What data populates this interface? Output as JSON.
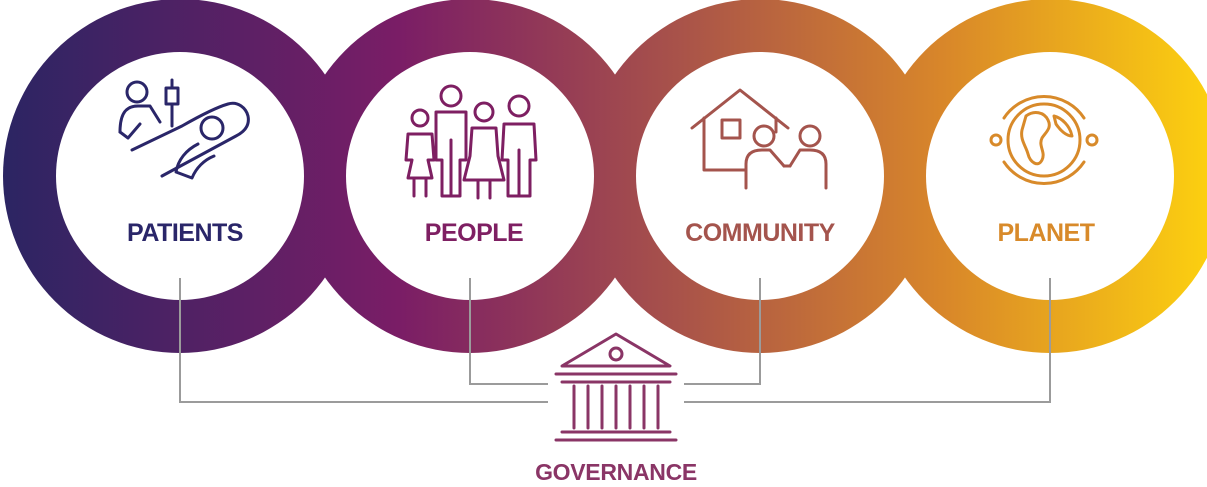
{
  "pillars": [
    {
      "label": "PATIENTS",
      "icon": "patient-bed-icon",
      "color": "#2a2669"
    },
    {
      "label": "PEOPLE",
      "icon": "people-group-icon",
      "color": "#7e1f62"
    },
    {
      "label": "COMMUNITY",
      "icon": "house-community-icon",
      "color": "#a4544d"
    },
    {
      "label": "PLANET",
      "icon": "globe-icon",
      "color": "#d88a2a"
    }
  ],
  "governance": {
    "label": "GOVERNANCE",
    "icon": "institution-building-icon",
    "color": "#8a3566"
  },
  "ring_gradient": {
    "start": "#2b2563",
    "mid1": "#7a1d66",
    "mid2": "#a8524a",
    "mid3": "#d8862a",
    "end": "#fccf10"
  },
  "connector_color": "#9b9b9b"
}
